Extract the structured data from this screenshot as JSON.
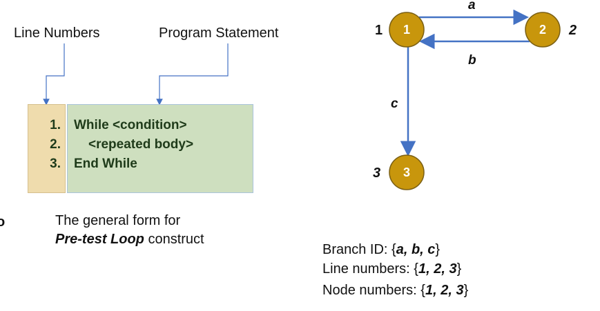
{
  "labels": {
    "line_numbers": "Line Numbers",
    "program_statement": "Program Statement"
  },
  "code": {
    "line_numbers": [
      "1.",
      "2.",
      "3."
    ],
    "statements": [
      "While <condition>",
      "<repeated body>",
      "End While"
    ]
  },
  "caption": {
    "line1": "The general form for",
    "emphasis": "Pre-test Loop",
    "rest": " construct"
  },
  "left_fragment": "o",
  "graph": {
    "node_color": "#c8960c",
    "edge_color": "#4472c4",
    "nodes": [
      {
        "id": "1",
        "outer_label": "1"
      },
      {
        "id": "2",
        "outer_label": "2"
      },
      {
        "id": "3",
        "outer_label": "3"
      }
    ],
    "edges": [
      {
        "label": "a",
        "from": "1",
        "to": "2"
      },
      {
        "label": "b",
        "from": "2",
        "to": "1"
      },
      {
        "label": "c",
        "from": "1",
        "to": "3"
      }
    ]
  },
  "info": {
    "branch_prefix": "Branch ID: {",
    "branch_set": "a, b, c",
    "line_prefix": "Line numbers: {",
    "line_set": "1, 2, 3",
    "node_prefix": "Node numbers: {",
    "node_set": "1, 2, 3",
    "close": "}"
  }
}
